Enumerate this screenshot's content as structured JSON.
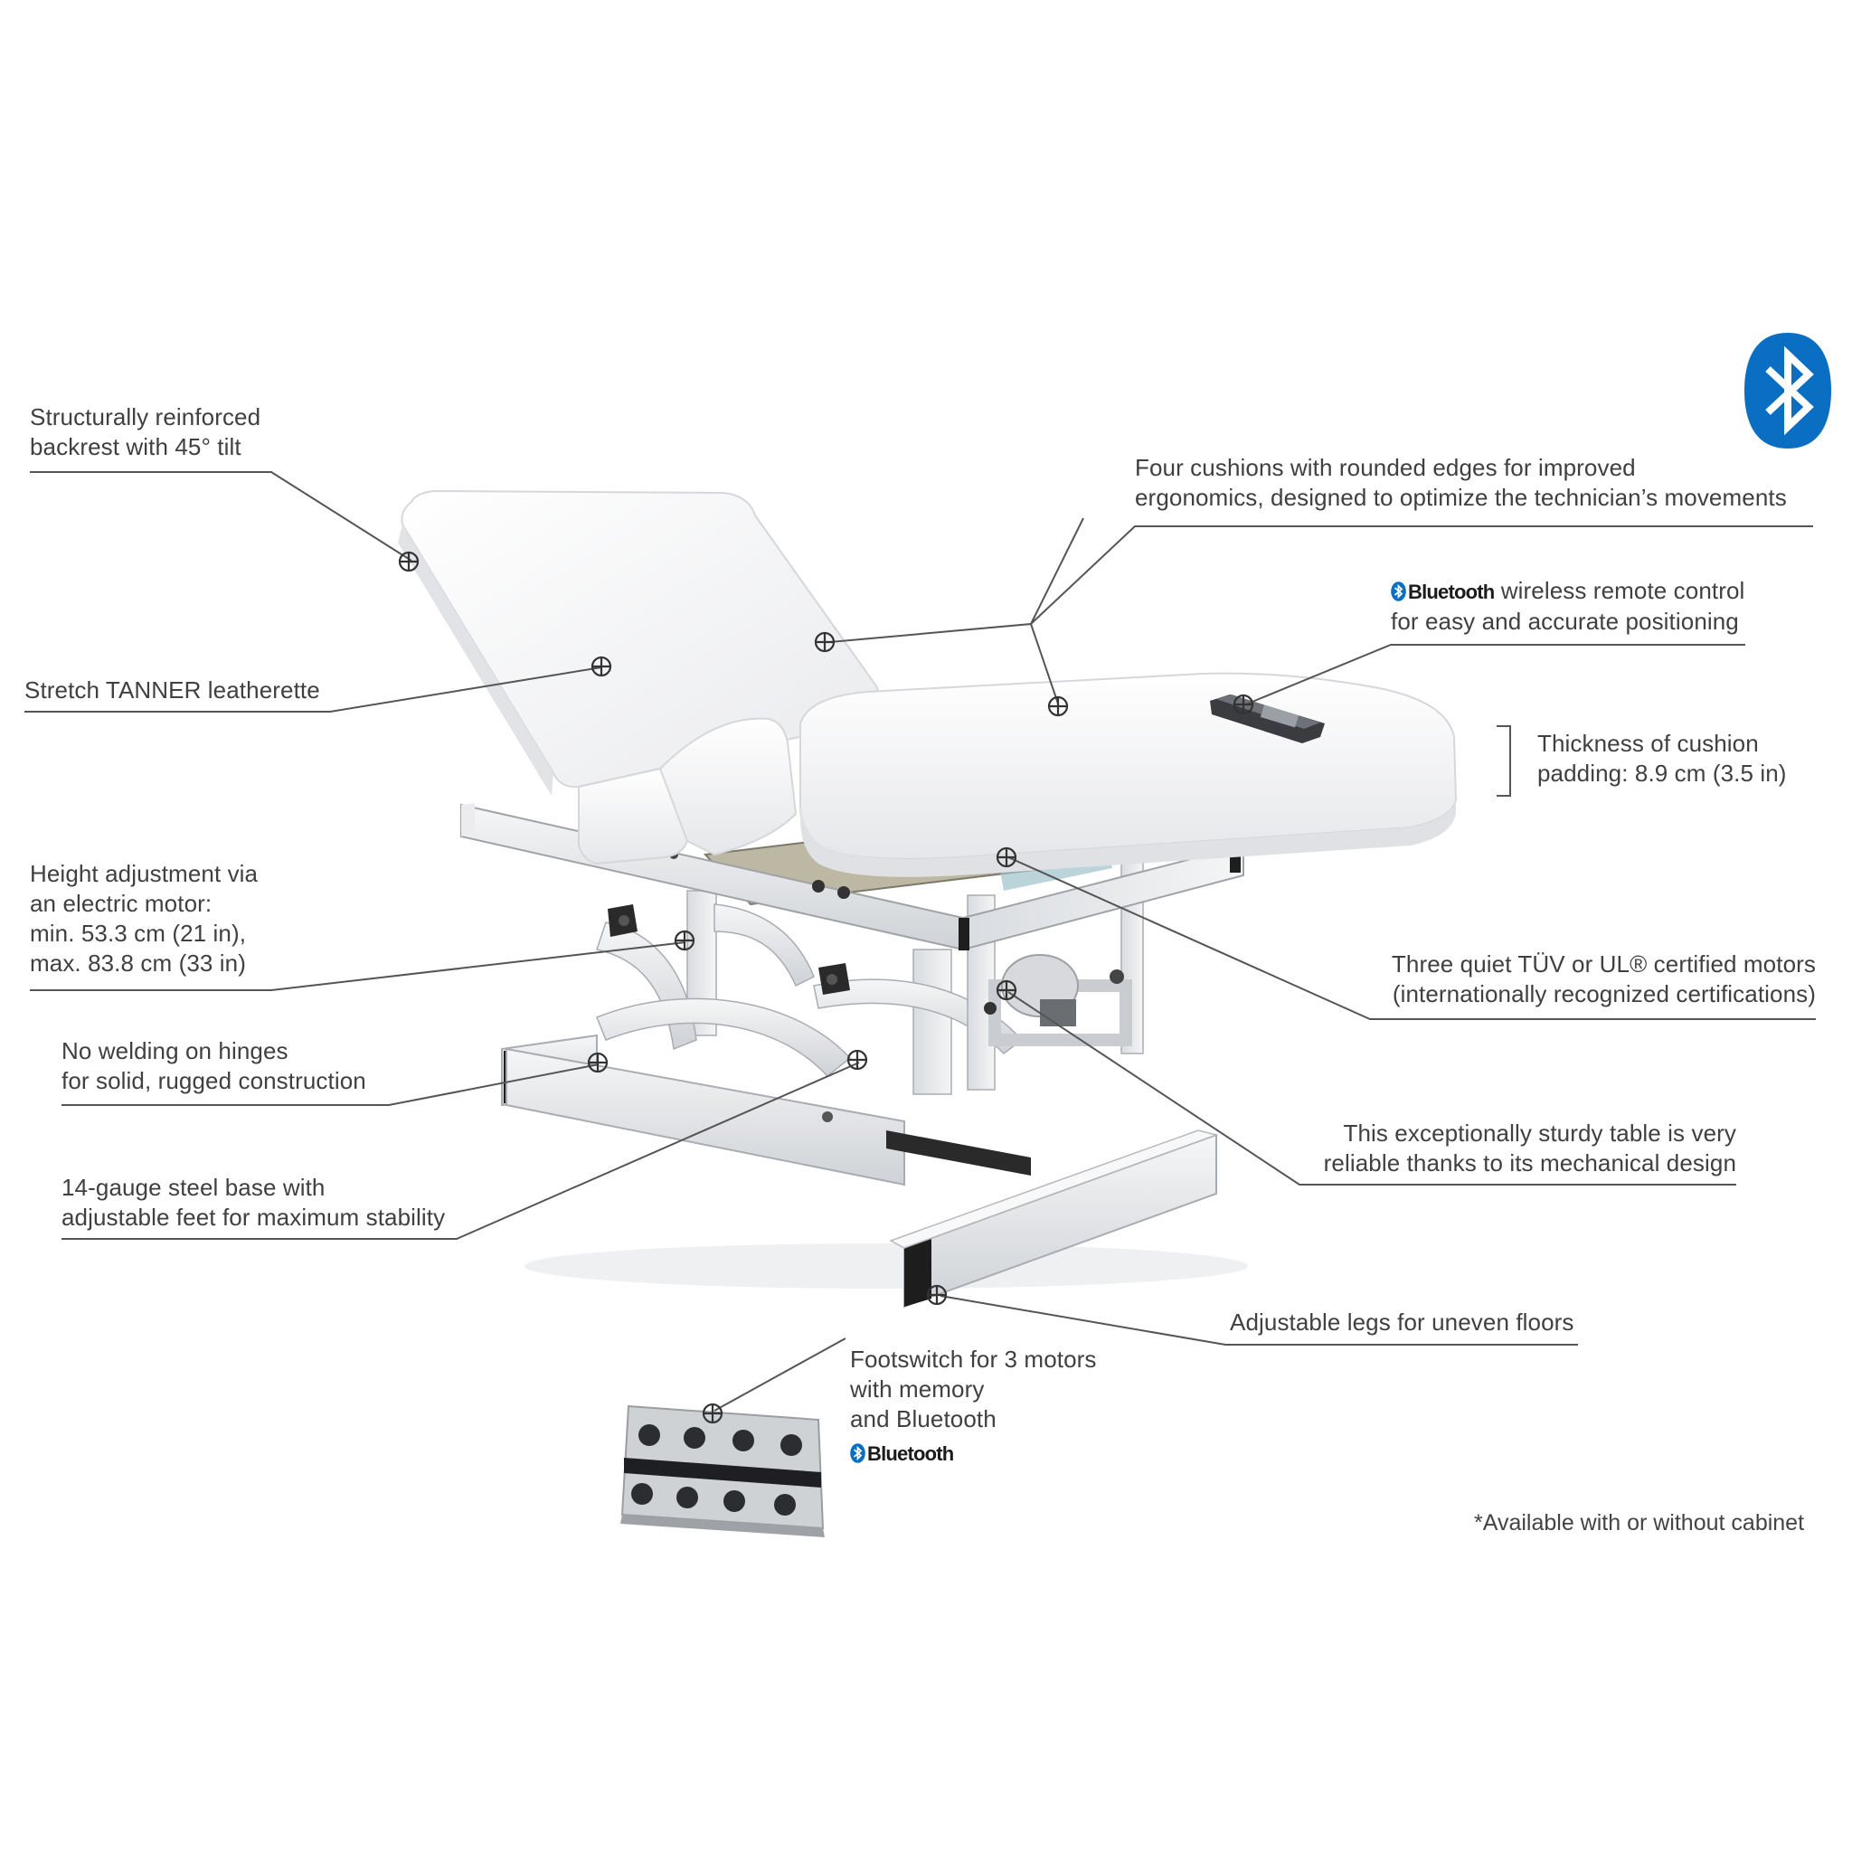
{
  "callouts": {
    "backrest": [
      "Structurally reinforced",
      "backrest with 45° tilt"
    ],
    "leatherette": [
      "Stretch TANNER leatherette"
    ],
    "height": [
      "Height adjustment via",
      "an electric motor:",
      "min. 53.3 cm (21 in),",
      "max. 83.8 cm (33 in)"
    ],
    "welding": [
      "No welding on hinges",
      "for solid, rugged construction"
    ],
    "steel_base": [
      "14-gauge steel base with",
      "adjustable feet for maximum stability"
    ],
    "cushions": [
      "Four cushions with rounded edges for improved",
      "ergonomics, designed to optimize the technician’s movements"
    ],
    "remote": [
      "wireless remote control",
      "for easy and accurate positioning"
    ],
    "thickness": [
      "Thickness of cushion",
      "padding: 8.9 cm (3.5 in)"
    ],
    "motors": [
      "Three quiet TÜV or UL® certified motors",
      "(internationally recognized certifications)"
    ],
    "sturdy": [
      "This exceptionally sturdy table is very",
      "reliable thanks to its mechanical design"
    ],
    "legs": [
      "Adjustable legs for uneven floors"
    ],
    "footswitch": [
      "Footswitch for 3 motors",
      "with memory",
      "and Bluetooth"
    ]
  },
  "bluetooth_wordmark": "Bluetooth",
  "footnote": "*Available with or without cabinet",
  "icons": {
    "logo": "bluetooth-logo-icon",
    "marker": "crosshair-marker-icon"
  },
  "colors": {
    "bluetooth_blue": "#0a6fc2",
    "text": "#404040",
    "leader_line": "#555555",
    "cushion_white": "#f7f7f7",
    "frame_white": "#ecedef",
    "frame_shadow": "#b8bcc2"
  }
}
